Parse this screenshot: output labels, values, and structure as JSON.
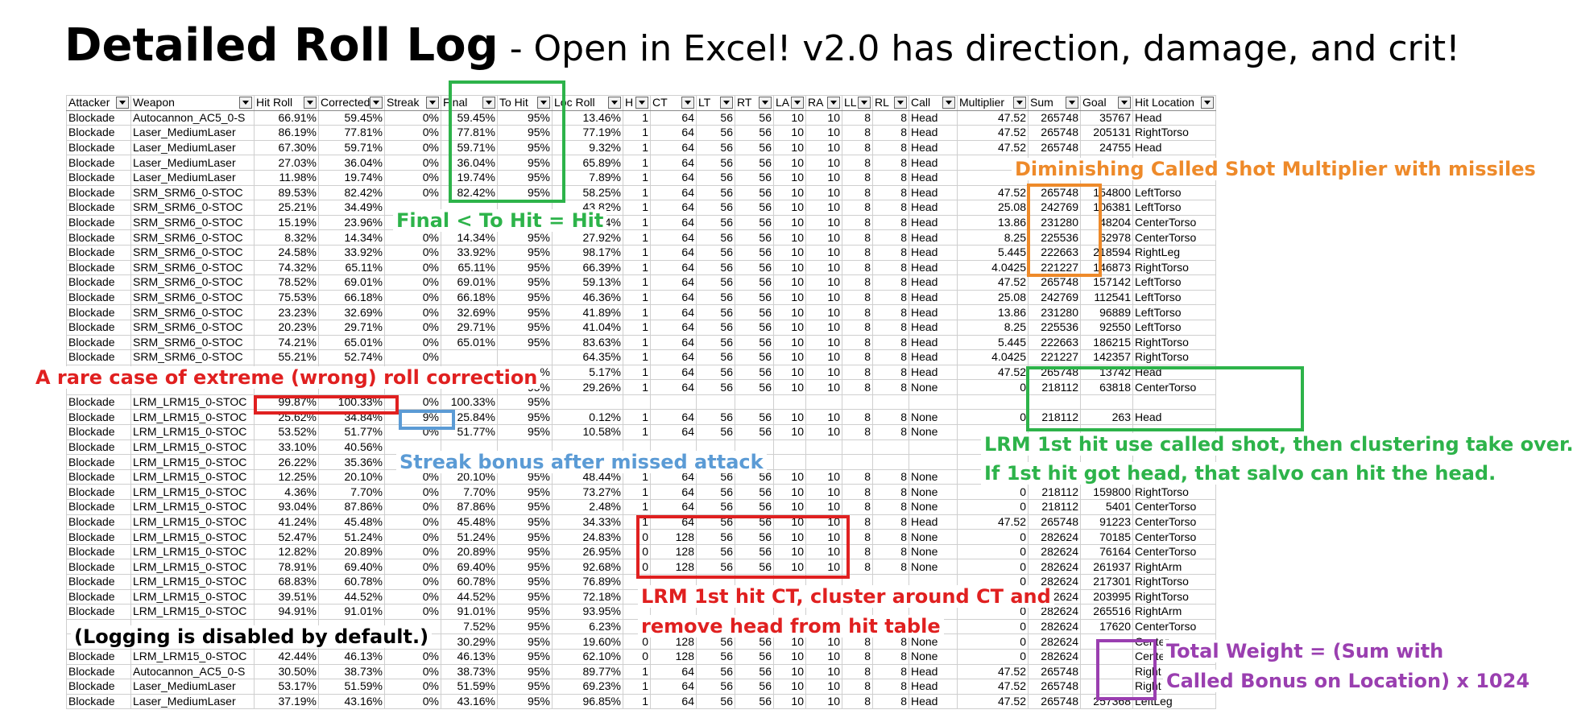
{
  "title": {
    "bold": "Detailed Roll Log",
    "rest": " - Open in Excel!  v2.0 has direction, damage, and crit!"
  },
  "columns": [
    "Attacker",
    "Weapon",
    "Hit Roll",
    "Corrected",
    "Streak",
    "Final",
    "To Hit",
    "Loc Roll",
    "H",
    "CT",
    "LT",
    "RT",
    "LA",
    "RA",
    "LL",
    "RL",
    "Call",
    "Multiplier",
    "Sum",
    "Goal",
    "Hit Location"
  ],
  "rows": [
    [
      "Blockade",
      "Autocannon_AC5_0-S",
      "66.91%",
      "59.45%",
      "0%",
      "59.45%",
      "95%",
      "13.46%",
      "1",
      "64",
      "56",
      "56",
      "10",
      "10",
      "8",
      "8",
      "Head",
      "47.52",
      "265748",
      "35767",
      "Head"
    ],
    [
      "Blockade",
      "Laser_MediumLaser",
      "86.19%",
      "77.81%",
      "0%",
      "77.81%",
      "95%",
      "77.19%",
      "1",
      "64",
      "56",
      "56",
      "10",
      "10",
      "8",
      "8",
      "Head",
      "47.52",
      "265748",
      "205131",
      "RightTorso"
    ],
    [
      "Blockade",
      "Laser_MediumLaser",
      "67.30%",
      "59.71%",
      "0%",
      "59.71%",
      "95%",
      "9.32%",
      "1",
      "64",
      "56",
      "56",
      "10",
      "10",
      "8",
      "8",
      "Head",
      "47.52",
      "265748",
      "24755",
      "Head"
    ],
    [
      "Blockade",
      "Laser_MediumLaser",
      "27.03%",
      "36.04%",
      "0%",
      "36.04%",
      "95%",
      "65.89%",
      "1",
      "64",
      "56",
      "56",
      "10",
      "10",
      "8",
      "8",
      "Head",
      "",
      "",
      "",
      ""
    ],
    [
      "Blockade",
      "Laser_MediumLaser",
      "11.98%",
      "19.74%",
      "0%",
      "19.74%",
      "95%",
      "7.89%",
      "1",
      "64",
      "56",
      "56",
      "10",
      "10",
      "8",
      "8",
      "Head",
      "",
      "",
      "",
      ""
    ],
    [
      "Blockade",
      "SRM_SRM6_0-STOC",
      "89.53%",
      "82.42%",
      "0%",
      "82.42%",
      "95%",
      "58.25%",
      "1",
      "64",
      "56",
      "56",
      "10",
      "10",
      "8",
      "8",
      "Head",
      "47.52",
      "265748",
      "154800",
      "LeftTorso"
    ],
    [
      "Blockade",
      "SRM_SRM6_0-STOC",
      "25.21%",
      "34.49%",
      "",
      "",
      "",
      "43.82%",
      "1",
      "64",
      "56",
      "56",
      "10",
      "10",
      "8",
      "8",
      "Head",
      "25.08",
      "242769",
      "106381",
      "LeftTorso"
    ],
    [
      "Blockade",
      "SRM_SRM6_0-STOC",
      "15.19%",
      "23.96%",
      "",
      "",
      "",
      "20.84%",
      "1",
      "64",
      "56",
      "56",
      "10",
      "10",
      "8",
      "8",
      "Head",
      "13.86",
      "231280",
      "48204",
      "CenterTorso"
    ],
    [
      "Blockade",
      "SRM_SRM6_0-STOC",
      "8.32%",
      "14.34%",
      "0%",
      "14.34%",
      "95%",
      "27.92%",
      "1",
      "64",
      "56",
      "56",
      "10",
      "10",
      "8",
      "8",
      "Head",
      "8.25",
      "225536",
      "62978",
      "CenterTorso"
    ],
    [
      "Blockade",
      "SRM_SRM6_0-STOC",
      "24.58%",
      "33.92%",
      "0%",
      "33.92%",
      "95%",
      "98.17%",
      "1",
      "64",
      "56",
      "56",
      "10",
      "10",
      "8",
      "8",
      "Head",
      "5.445",
      "222663",
      "218594",
      "RightLeg"
    ],
    [
      "Blockade",
      "SRM_SRM6_0-STOC",
      "74.32%",
      "65.11%",
      "0%",
      "65.11%",
      "95%",
      "66.39%",
      "1",
      "64",
      "56",
      "56",
      "10",
      "10",
      "8",
      "8",
      "Head",
      "4.0425",
      "221227",
      "146873",
      "RightTorso"
    ],
    [
      "Blockade",
      "SRM_SRM6_0-STOC",
      "78.52%",
      "69.01%",
      "0%",
      "69.01%",
      "95%",
      "59.13%",
      "1",
      "64",
      "56",
      "56",
      "10",
      "10",
      "8",
      "8",
      "Head",
      "47.52",
      "265748",
      "157142",
      "LeftTorso"
    ],
    [
      "Blockade",
      "SRM_SRM6_0-STOC",
      "75.53%",
      "66.18%",
      "0%",
      "66.18%",
      "95%",
      "46.36%",
      "1",
      "64",
      "56",
      "56",
      "10",
      "10",
      "8",
      "8",
      "Head",
      "25.08",
      "242769",
      "112541",
      "LeftTorso"
    ],
    [
      "Blockade",
      "SRM_SRM6_0-STOC",
      "23.23%",
      "32.69%",
      "0%",
      "32.69%",
      "95%",
      "41.89%",
      "1",
      "64",
      "56",
      "56",
      "10",
      "10",
      "8",
      "8",
      "Head",
      "13.86",
      "231280",
      "96889",
      "LeftTorso"
    ],
    [
      "Blockade",
      "SRM_SRM6_0-STOC",
      "20.23%",
      "29.71%",
      "0%",
      "29.71%",
      "95%",
      "41.04%",
      "1",
      "64",
      "56",
      "56",
      "10",
      "10",
      "8",
      "8",
      "Head",
      "8.25",
      "225536",
      "92550",
      "LeftTorso"
    ],
    [
      "Blockade",
      "SRM_SRM6_0-STOC",
      "74.21%",
      "65.01%",
      "0%",
      "65.01%",
      "95%",
      "83.63%",
      "1",
      "64",
      "56",
      "56",
      "10",
      "10",
      "8",
      "8",
      "Head",
      "5.445",
      "222663",
      "186215",
      "RightTorso"
    ],
    [
      "Blockade",
      "SRM_SRM6_0-STOC",
      "55.21%",
      "52.74%",
      "0%",
      "",
      "",
      "64.35%",
      "1",
      "64",
      "56",
      "56",
      "10",
      "10",
      "8",
      "8",
      "Head",
      "4.0425",
      "221227",
      "142357",
      "RightTorso"
    ],
    [
      "",
      "",
      "",
      "",
      "",
      "",
      "95%",
      "5.17%",
      "1",
      "64",
      "56",
      "56",
      "10",
      "10",
      "8",
      "8",
      "Head",
      "47.52",
      "265748",
      "13742",
      "Head"
    ],
    [
      "",
      "",
      "",
      "",
      "",
      "",
      "95%",
      "29.26%",
      "1",
      "64",
      "56",
      "56",
      "10",
      "10",
      "8",
      "8",
      "None",
      "0",
      "218112",
      "63818",
      "CenterTorso"
    ],
    [
      "Blockade",
      "LRM_LRM15_0-STOC",
      "99.87%",
      "100.33%",
      "0%",
      "100.33%",
      "95%",
      "",
      "",
      "",
      "",
      "",
      "",
      "",
      "",
      "",
      "",
      "",
      "",
      "",
      ""
    ],
    [
      "Blockade",
      "LRM_LRM15_0-STOC",
      "25.62%",
      "34.84%",
      "9%",
      "25.84%",
      "95%",
      "0.12%",
      "1",
      "64",
      "56",
      "56",
      "10",
      "10",
      "8",
      "8",
      "None",
      "0",
      "218112",
      "263",
      "Head"
    ],
    [
      "Blockade",
      "LRM_LRM15_0-STOC",
      "53.52%",
      "51.77%",
      "0%",
      "51.77%",
      "95%",
      "10.58%",
      "1",
      "64",
      "56",
      "56",
      "10",
      "10",
      "8",
      "8",
      "None",
      "",
      "",
      "",
      ""
    ],
    [
      "Blockade",
      "LRM_LRM15_0-STOC",
      "33.10%",
      "40.56%",
      "",
      "",
      "",
      "",
      "",
      "",
      "",
      "",
      "",
      "",
      "",
      "",
      "",
      "",
      "",
      "",
      ""
    ],
    [
      "Blockade",
      "LRM_LRM15_0-STOC",
      "26.22%",
      "35.36%",
      "",
      "",
      "",
      "",
      "",
      "",
      "",
      "",
      "",
      "",
      "",
      "",
      "",
      "",
      "",
      "",
      ""
    ],
    [
      "Blockade",
      "LRM_LRM15_0-STOC",
      "12.25%",
      "20.10%",
      "0%",
      "20.10%",
      "95%",
      "48.44%",
      "1",
      "64",
      "56",
      "56",
      "10",
      "10",
      "8",
      "8",
      "None",
      "",
      "",
      "",
      ""
    ],
    [
      "Blockade",
      "LRM_LRM15_0-STOC",
      "4.36%",
      "7.70%",
      "0%",
      "7.70%",
      "95%",
      "73.27%",
      "1",
      "64",
      "56",
      "56",
      "10",
      "10",
      "8",
      "8",
      "None",
      "0",
      "218112",
      "159800",
      "RightTorso"
    ],
    [
      "Blockade",
      "LRM_LRM15_0-STOC",
      "93.04%",
      "87.86%",
      "0%",
      "87.86%",
      "95%",
      "2.48%",
      "1",
      "64",
      "56",
      "56",
      "10",
      "10",
      "8",
      "8",
      "None",
      "0",
      "218112",
      "5401",
      "CenterTorso"
    ],
    [
      "Blockade",
      "LRM_LRM15_0-STOC",
      "41.24%",
      "45.48%",
      "0%",
      "45.48%",
      "95%",
      "34.33%",
      "1",
      "64",
      "56",
      "56",
      "10",
      "10",
      "8",
      "8",
      "Head",
      "47.52",
      "265748",
      "91223",
      "CenterTorso"
    ],
    [
      "Blockade",
      "LRM_LRM15_0-STOC",
      "52.47%",
      "51.24%",
      "0%",
      "51.24%",
      "95%",
      "24.83%",
      "0",
      "128",
      "56",
      "56",
      "10",
      "10",
      "8",
      "8",
      "None",
      "0",
      "282624",
      "70185",
      "CenterTorso"
    ],
    [
      "Blockade",
      "LRM_LRM15_0-STOC",
      "12.82%",
      "20.89%",
      "0%",
      "20.89%",
      "95%",
      "26.95%",
      "0",
      "128",
      "56",
      "56",
      "10",
      "10",
      "8",
      "8",
      "None",
      "0",
      "282624",
      "76164",
      "CenterTorso"
    ],
    [
      "Blockade",
      "LRM_LRM15_0-STOC",
      "78.91%",
      "69.40%",
      "0%",
      "69.40%",
      "95%",
      "92.68%",
      "0",
      "128",
      "56",
      "56",
      "10",
      "10",
      "8",
      "8",
      "None",
      "0",
      "282624",
      "261937",
      "RightArm"
    ],
    [
      "Blockade",
      "LRM_LRM15_0-STOC",
      "68.83%",
      "60.78%",
      "0%",
      "60.78%",
      "95%",
      "76.89%",
      "",
      "",
      "",
      "",
      "",
      "",
      "",
      "",
      "",
      "0",
      "282624",
      "217301",
      "RightTorso"
    ],
    [
      "Blockade",
      "LRM_LRM15_0-STOC",
      "39.51%",
      "44.52%",
      "0%",
      "44.52%",
      "95%",
      "72.18%",
      "",
      "",
      "",
      "",
      "",
      "",
      "",
      "",
      "",
      "0",
      "282624",
      "203995",
      "RightTorso"
    ],
    [
      "Blockade",
      "LRM_LRM15_0-STOC",
      "94.91%",
      "91.01%",
      "0%",
      "91.01%",
      "95%",
      "93.95%",
      "",
      "",
      "",
      "",
      "",
      "",
      "",
      "",
      "",
      "0",
      "282624",
      "265516",
      "RightArm"
    ],
    [
      "",
      "",
      "",
      "",
      "",
      "7.52%",
      "95%",
      "6.23%",
      "",
      "",
      "",
      "",
      "",
      "",
      "",
      "",
      "",
      "0",
      "282624",
      "17620",
      "CenterTorso"
    ],
    [
      "",
      "",
      "",
      "",
      "",
      "30.29%",
      "95%",
      "19.60%",
      "0",
      "128",
      "56",
      "56",
      "10",
      "10",
      "8",
      "8",
      "None",
      "0",
      "282624",
      "",
      "Center"
    ],
    [
      "Blockade",
      "LRM_LRM15_0-STOC",
      "42.44%",
      "46.13%",
      "0%",
      "46.13%",
      "95%",
      "62.10%",
      "0",
      "128",
      "56",
      "56",
      "10",
      "10",
      "8",
      "8",
      "None",
      "0",
      "282624",
      "",
      "Center"
    ],
    [
      "Blockade",
      "Autocannon_AC5_0-S",
      "30.50%",
      "38.73%",
      "0%",
      "38.73%",
      "95%",
      "89.77%",
      "1",
      "64",
      "56",
      "56",
      "10",
      "10",
      "8",
      "8",
      "Head",
      "47.52",
      "265748",
      "",
      "Right"
    ],
    [
      "Blockade",
      "Laser_MediumLaser",
      "53.17%",
      "51.59%",
      "0%",
      "51.59%",
      "95%",
      "69.23%",
      "1",
      "64",
      "56",
      "56",
      "10",
      "10",
      "8",
      "8",
      "Head",
      "47.52",
      "265748",
      "",
      "Right"
    ],
    [
      "Blockade",
      "Laser_MediumLaser",
      "37.19%",
      "43.16%",
      "0%",
      "43.16%",
      "95%",
      "96.85%",
      "1",
      "64",
      "56",
      "56",
      "10",
      "10",
      "8",
      "8",
      "Head",
      "47.52",
      "265748",
      "257368",
      "LeftLeg"
    ]
  ],
  "annotations": {
    "final_hit": "Final < To Hit = Hit",
    "diminishing": "Diminishing Called Shot Multiplier with missiles",
    "rare_case": "A rare case of extreme (wrong) roll correction",
    "streak": "Streak bonus after missed attack",
    "lrm_called_1": "LRM 1st hit use called shot, then clustering take over.",
    "lrm_called_2": "If 1st hit got head, that salvo can hit the head.",
    "lrm_ct_1": "LRM 1st hit CT, cluster around CT and",
    "lrm_ct_2": "remove head from hit table",
    "logging": "(Logging is disabled by default.)",
    "weight_1": "Total Weight = (Sum with",
    "weight_2": "Called Bonus on Location) x 1024"
  },
  "colors": {
    "green": "#2db34a",
    "orange": "#ee8a2a",
    "red": "#e02020",
    "blue": "#5b9bd5",
    "purple": "#9a3fb0",
    "black": "#000000"
  }
}
